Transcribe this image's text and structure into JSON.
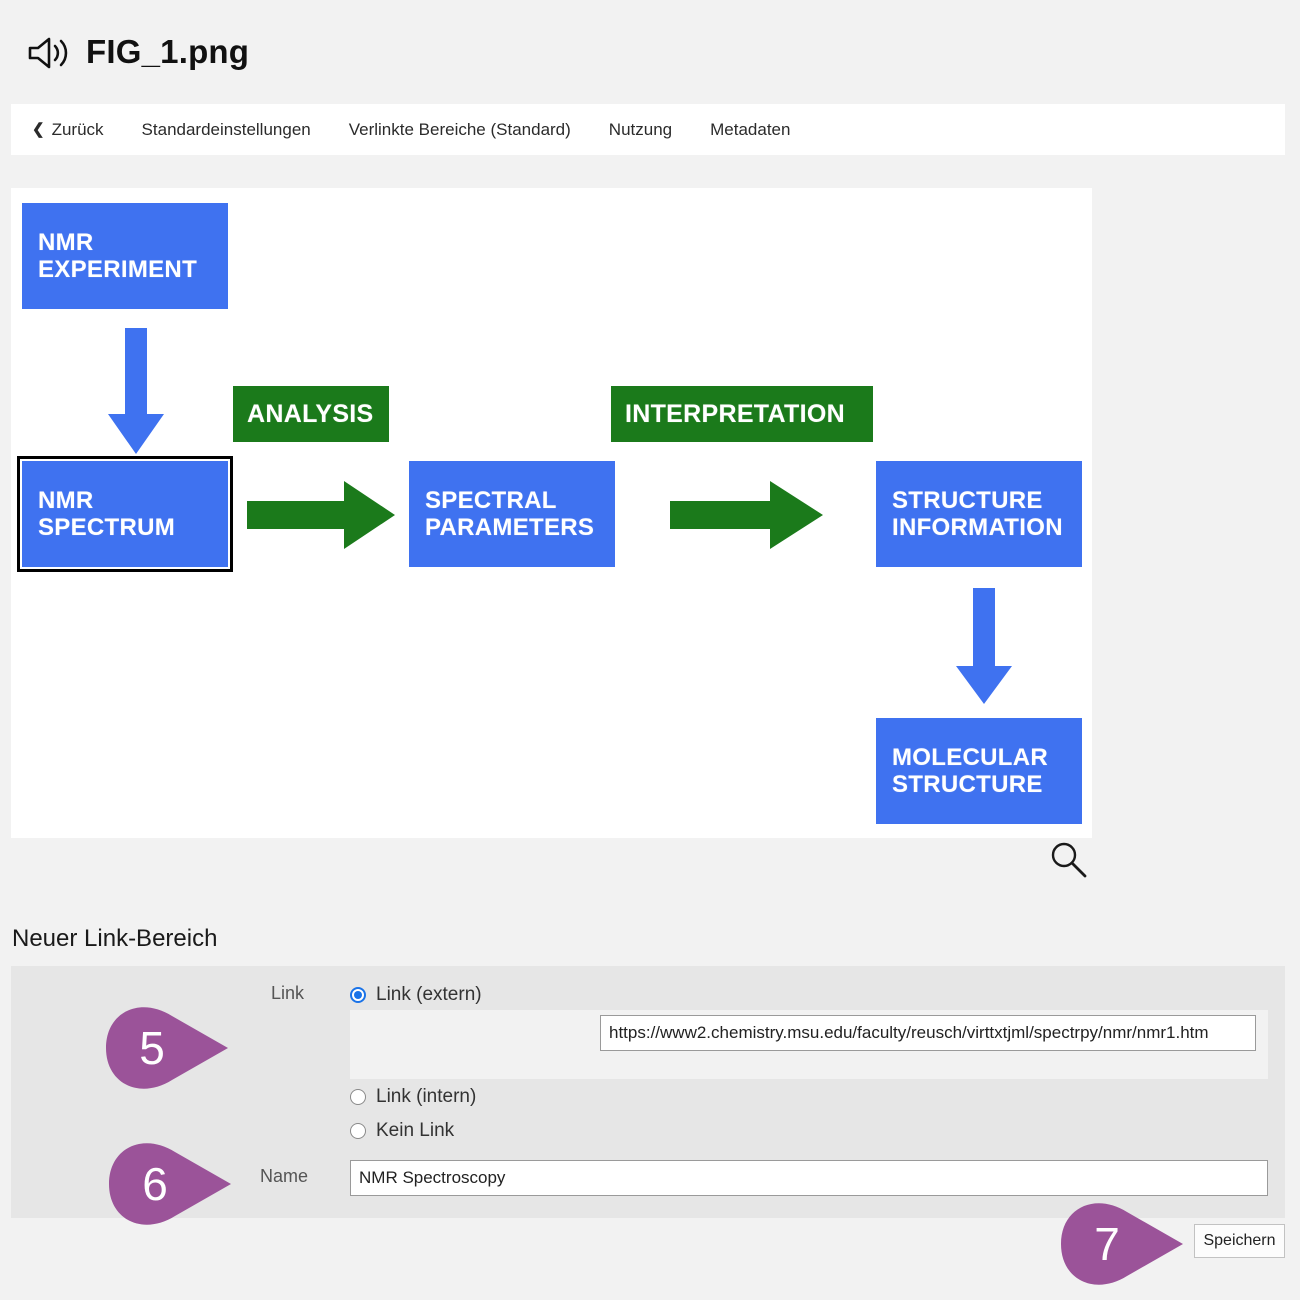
{
  "header": {
    "icon": "speaker-icon",
    "title": "FIG_1.png"
  },
  "nav": {
    "back_label": "Zurück",
    "items": [
      "Standardeinstellungen",
      "Verlinkte Bereiche (Standard)",
      "Nutzung",
      "Metadaten"
    ]
  },
  "diagram": {
    "zoom_icon": "magnifier-icon",
    "boxes": [
      {
        "label": "NMR\nEXPERIMENT",
        "color": "#3f72f0",
        "kind": "blue",
        "selected": false
      },
      {
        "label": "NMR\nSPECTRUM",
        "color": "#3f72f0",
        "kind": "blue",
        "selected": true
      },
      {
        "label": "ANALYSIS",
        "color": "#1b7a1b",
        "kind": "green",
        "selected": false
      },
      {
        "label": "SPECTRAL\nPARAMETERS",
        "color": "#3f72f0",
        "kind": "blue",
        "selected": false
      },
      {
        "label": "INTERPRETATION",
        "color": "#1b7a1b",
        "kind": "green",
        "selected": false
      },
      {
        "label": "STRUCTURE\nINFORMATION",
        "color": "#3f72f0",
        "kind": "blue",
        "selected": false
      },
      {
        "label": "MOLECULAR\nSTRUCTURE",
        "color": "#3f72f0",
        "kind": "blue",
        "selected": false
      }
    ],
    "arrows": [
      {
        "name": "arrow-experiment-to-spectrum",
        "direction": "down",
        "color": "#3f72f0"
      },
      {
        "name": "arrow-spectrum-to-parameters",
        "direction": "right",
        "color": "#1b7a1b"
      },
      {
        "name": "arrow-parameters-to-structure",
        "direction": "right",
        "color": "#1b7a1b"
      },
      {
        "name": "arrow-structure-to-molecular",
        "direction": "down",
        "color": "#3f72f0"
      }
    ]
  },
  "form": {
    "section_title": "Neuer Link-Bereich",
    "link_label": "Link",
    "name_label": "Name",
    "options": [
      {
        "label": "Link (extern)",
        "selected": true
      },
      {
        "label": "Link (intern)",
        "selected": false
      },
      {
        "label": "Kein Link",
        "selected": false
      }
    ],
    "url_value": "https://www2.chemistry.msu.edu/faculty/reusch/virttxtjml/spectrpy/nmr/nmr1.htm",
    "name_value": "NMR Spectroscopy",
    "save_label": "Speichern"
  },
  "callouts": [
    {
      "number": "5",
      "color": "#9b5399"
    },
    {
      "number": "6",
      "color": "#9b5399"
    },
    {
      "number": "7",
      "color": "#9b5399"
    }
  ]
}
